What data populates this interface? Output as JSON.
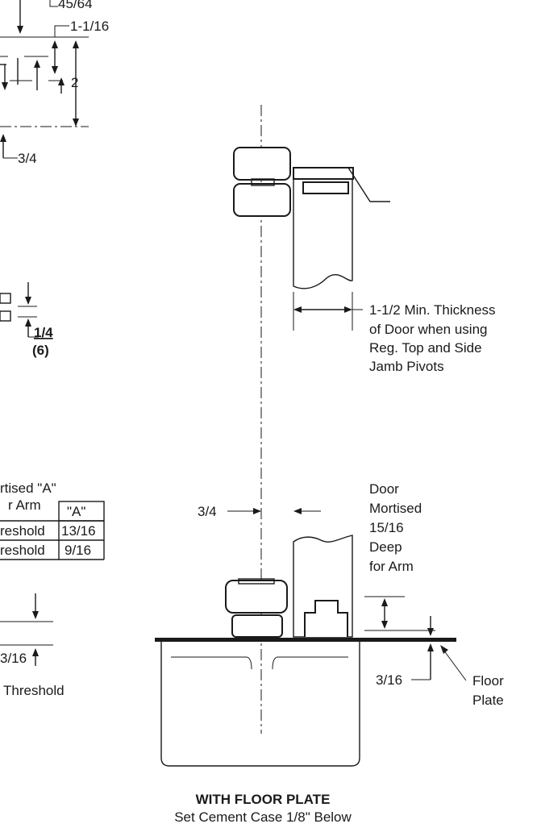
{
  "top_left": {
    "dim_45_64": "45/64",
    "dim_1_1_16": "1-1/16",
    "dim_2": "2",
    "dim_3_4": "3/4"
  },
  "mid_left": {
    "dim_1_4": "1/4",
    "dim_6": "(6)"
  },
  "table": {
    "caption_line1": "rtised \"A\"",
    "caption_line2": "r Arm",
    "header": "\"A\"",
    "rows": [
      {
        "label": "reshold",
        "value": "13/16"
      },
      {
        "label": "reshold",
        "value": "9/16"
      }
    ]
  },
  "bottom_left": {
    "dim": "3/16",
    "label": "Threshold"
  },
  "pivot_note": {
    "line1": "1-1/2 Min. Thickness",
    "line2": "of Door when using",
    "line3": "Reg. Top and Side",
    "line4": "Jamb Pivots"
  },
  "floor_plate_view": {
    "dim_3_4": "3/4",
    "door_note": [
      "Door",
      "Mortised",
      "15/16",
      "Deep",
      "for Arm"
    ],
    "dim_3_16": "3/16",
    "plate_label_1": "Floor",
    "plate_label_2": "Plate",
    "title": "WITH FLOOR PLATE",
    "subtitle": "Set Cement Case 1/8\" Below"
  }
}
